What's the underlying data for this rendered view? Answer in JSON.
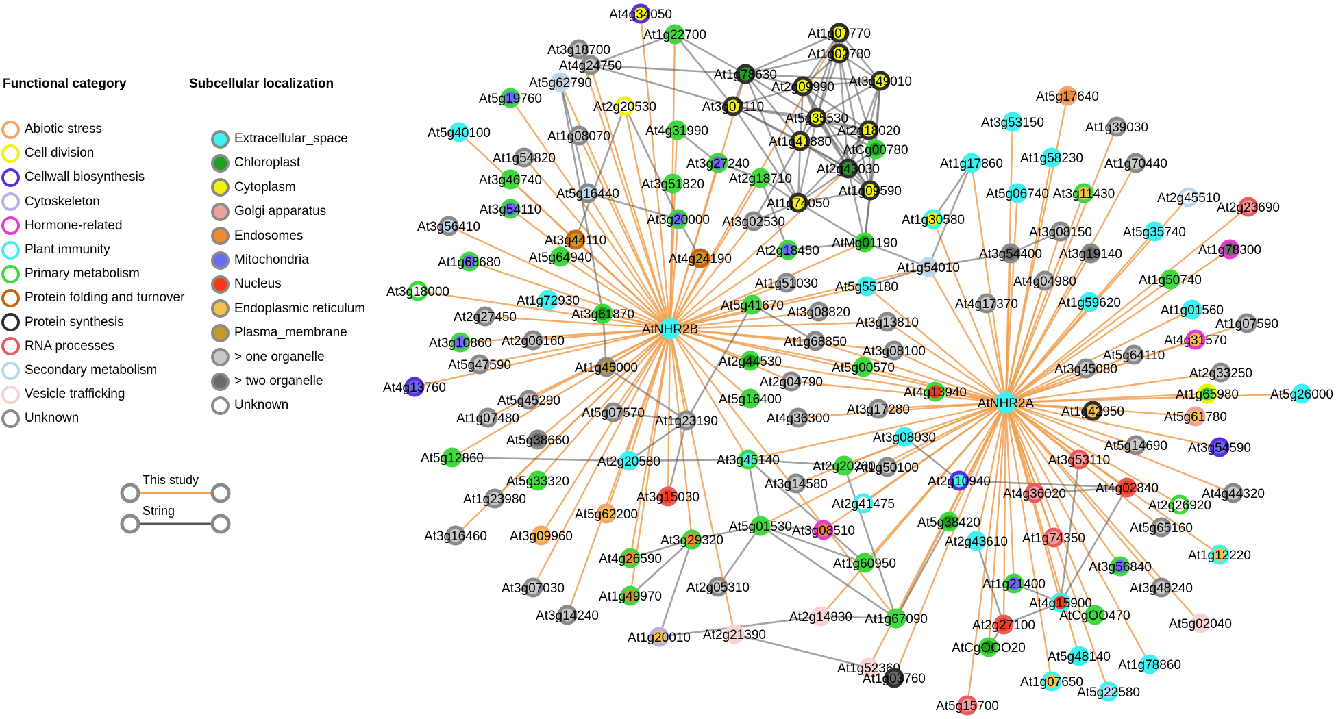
{
  "legend": {
    "functional_title": "Functional category",
    "localization_title": "Subcellular localization",
    "functional": [
      {
        "label": "Abiotic stress",
        "color": "#f4a66c"
      },
      {
        "label": "Cell division",
        "color": "#f2f20f"
      },
      {
        "label": "Cellwall biosynthesis",
        "color": "#5a2fe0"
      },
      {
        "label": "Cytoskeleton",
        "color": "#b3b3ea"
      },
      {
        "label": "Hormone-related",
        "color": "#e83ad4"
      },
      {
        "label": "Plant immunity",
        "color": "#3ff2f2"
      },
      {
        "label": "Primary metabolism",
        "color": "#3fd93f"
      },
      {
        "label": "Protein folding and turnover",
        "color": "#c8630f"
      },
      {
        "label": "Protein synthesis",
        "color": "#303030"
      },
      {
        "label": "RNA processes",
        "color": "#ef5a5a"
      },
      {
        "label": "Secondary metabolism",
        "color": "#b9d8f2"
      },
      {
        "label": "Vesicle trafficking",
        "color": "#f7d3d3"
      },
      {
        "label": "Unknown",
        "color": "#8a8a8a"
      }
    ],
    "localization": [
      {
        "label": "Extracellular_space",
        "color": "#3ff2f2"
      },
      {
        "label": "Chloroplast",
        "color": "#1f9f1f"
      },
      {
        "label": "Cytoplasm",
        "color": "#f2f20f"
      },
      {
        "label": "Golgi apparatus",
        "color": "#f0a0a0"
      },
      {
        "label": "Endosomes",
        "color": "#f08a30"
      },
      {
        "label": "Mitochondria",
        "color": "#6b6bef"
      },
      {
        "label": "Nucleus",
        "color": "#f03a1a"
      },
      {
        "label": "Endoplasmic reticulum",
        "color": "#f2c24a"
      },
      {
        "label": "Plasma_membrane",
        "color": "#c49a2a"
      },
      {
        "label": "> one organelle",
        "color": "#c8c8c8"
      },
      {
        "label": "> two organelle",
        "color": "#6a6a6a"
      },
      {
        "label": "Unknown",
        "color": "#ffffff"
      }
    ],
    "edges": [
      {
        "label": "This study",
        "color": "#f0a050"
      },
      {
        "label": "String",
        "color": "#555555"
      }
    ]
  },
  "network": {
    "hubs": [
      {
        "id": "AtNHR2B",
        "fill": "#3ff2f2",
        "ring": "#3ff2f2"
      },
      {
        "id": "AtNHR2A",
        "fill": "#3ff2f2",
        "ring": "#3ff2f2"
      }
    ],
    "nodes": [
      {
        "id": "At4g34050",
        "fill": "#f2f20f",
        "ring": "#5a2fe0"
      },
      {
        "id": "At1g22700",
        "fill": "#3fd93f",
        "ring": "#3fd93f"
      },
      {
        "id": "At1g07770",
        "fill": "#f2f20f",
        "ring": "#303030"
      },
      {
        "id": "At1g02780",
        "fill": "#f2f20f",
        "ring": "#303030"
      },
      {
        "id": "At3g18700",
        "fill": "#c8c8c8",
        "ring": "#8a8a8a"
      },
      {
        "id": "At4g24750",
        "fill": "#c8c8c8",
        "ring": "#8a8a8a"
      },
      {
        "id": "At1g78630",
        "fill": "#1f9f1f",
        "ring": "#303030"
      },
      {
        "id": "At2g09990",
        "fill": "#f2f20f",
        "ring": "#303030"
      },
      {
        "id": "At3g49010",
        "fill": "#f2f20f",
        "ring": "#303030"
      },
      {
        "id": "At5g62790",
        "fill": "#c8c8c8",
        "ring": "#b9d8f2"
      },
      {
        "id": "At5g19760",
        "fill": "#6b6bef",
        "ring": "#3fd93f"
      },
      {
        "id": "At2g20530",
        "fill": "#ffffff",
        "ring": "#f2f20f"
      },
      {
        "id": "At3g07110",
        "fill": "#f2f20f",
        "ring": "#303030"
      },
      {
        "id": "At5g17640",
        "fill": "#f08a30",
        "ring": "#f4a66c"
      },
      {
        "id": "At5g40100",
        "fill": "#3ff2f2",
        "ring": "#3ff2f2"
      },
      {
        "id": "At1g08070",
        "fill": "#c8c8c8",
        "ring": "#8a8a8a"
      },
      {
        "id": "At4g31990",
        "fill": "#3fd93f",
        "ring": "#3fd93f"
      },
      {
        "id": "At5g35530",
        "fill": "#f2f20f",
        "ring": "#303030"
      },
      {
        "id": "At2g18020",
        "fill": "#f2f20f",
        "ring": "#303030"
      },
      {
        "id": "At3g53150",
        "fill": "#3ff2f2",
        "ring": "#3ff2f2"
      },
      {
        "id": "At1g39030",
        "fill": "#c8c8c8",
        "ring": "#8a8a8a"
      },
      {
        "id": "At1g41880",
        "fill": "#f2f20f",
        "ring": "#303030"
      },
      {
        "id": "AtCg00780",
        "fill": "#1f9f1f",
        "ring": "#3fd93f"
      },
      {
        "id": "At1g54820",
        "fill": "#c8c8c8",
        "ring": "#8a8a8a"
      },
      {
        "id": "At3g27240",
        "fill": "#6b6bef",
        "ring": "#3fd93f"
      },
      {
        "id": "At1g17860",
        "fill": "#3ff2f2",
        "ring": "#3ff2f2"
      },
      {
        "id": "At1g58230",
        "fill": "#3ff2f2",
        "ring": "#3ff2f2"
      },
      {
        "id": "At1g70440",
        "fill": "#c8c8c8",
        "ring": "#8a8a8a"
      },
      {
        "id": "At3g46740",
        "fill": "#3fd93f",
        "ring": "#3fd93f"
      },
      {
        "id": "At2g18710",
        "fill": "#3fd93f",
        "ring": "#3fd93f"
      },
      {
        "id": "At2g43030",
        "fill": "#1f9f1f",
        "ring": "#303030"
      },
      {
        "id": "At5g16440",
        "fill": "#b9d8f2",
        "ring": "#8a8a8a"
      },
      {
        "id": "At3g51820",
        "fill": "#3fd93f",
        "ring": "#3fd93f"
      },
      {
        "id": "At1g09590",
        "fill": "#f2f20f",
        "ring": "#303030"
      },
      {
        "id": "At5g06740",
        "fill": "#3ff2f2",
        "ring": "#3ff2f2"
      },
      {
        "id": "At3g11430",
        "fill": "#f2c24a",
        "ring": "#3fd93f"
      },
      {
        "id": "At2g45510",
        "fill": "#ffffff",
        "ring": "#b9d8f2"
      },
      {
        "id": "At2g23690",
        "fill": "#f0a0a0",
        "ring": "#ef5a5a"
      },
      {
        "id": "At3g54110",
        "fill": "#6b6bef",
        "ring": "#3fd93f"
      },
      {
        "id": "At1g74050",
        "fill": "#f2f20f",
        "ring": "#303030"
      },
      {
        "id": "At3g20000",
        "fill": "#6b6bef",
        "ring": "#3fd93f"
      },
      {
        "id": "At3g02530",
        "fill": "#c8c8c8",
        "ring": "#8a8a8a"
      },
      {
        "id": "At1g30580",
        "fill": "#f2f20f",
        "ring": "#3ff2f2"
      },
      {
        "id": "At3g56410",
        "fill": "#b9d8f2",
        "ring": "#8a8a8a"
      },
      {
        "id": "At3g44110",
        "fill": "#c49a2a",
        "ring": "#c8630f"
      },
      {
        "id": "At3g08150",
        "fill": "#c8c8c8",
        "ring": "#8a8a8a"
      },
      {
        "id": "At5g35740",
        "fill": "#3ff2f2",
        "ring": "#3ff2f2"
      },
      {
        "id": "At4g24190",
        "fill": "#c49a2a",
        "ring": "#c8630f"
      },
      {
        "id": "At2g18450",
        "fill": "#6b6bef",
        "ring": "#3fd93f"
      },
      {
        "id": "AtMg01190",
        "fill": "#1f9f1f",
        "ring": "#3fd93f"
      },
      {
        "id": "At3g54400",
        "fill": "#6a6a6a",
        "ring": "#8a8a8a"
      },
      {
        "id": "At3g19140",
        "fill": "#6a6a6a",
        "ring": "#8a8a8a"
      },
      {
        "id": "At1g78300",
        "fill": "#6a6a6a",
        "ring": "#e83ad4"
      },
      {
        "id": "At5g64940",
        "fill": "#3fd93f",
        "ring": "#3fd93f"
      },
      {
        "id": "At1g68680",
        "fill": "#6b6bef",
        "ring": "#3fd93f"
      },
      {
        "id": "At1g54010",
        "fill": "#c8c8c8",
        "ring": "#b9d8f2"
      },
      {
        "id": "At4g04980",
        "fill": "#c8c8c8",
        "ring": "#8a8a8a"
      },
      {
        "id": "At1g51030",
        "fill": "#c8c8c8",
        "ring": "#8a8a8a"
      },
      {
        "id": "At5g55180",
        "fill": "#3ff2f2",
        "ring": "#3ff2f2"
      },
      {
        "id": "At1g50740",
        "fill": "#3fd93f",
        "ring": "#3fd93f"
      },
      {
        "id": "At3g18000",
        "fill": "#ffffff",
        "ring": "#3fd93f"
      },
      {
        "id": "At1g72930",
        "fill": "#3ff2f2",
        "ring": "#3ff2f2"
      },
      {
        "id": "At4g17370",
        "fill": "#c8c8c8",
        "ring": "#8a8a8a"
      },
      {
        "id": "At1g59620",
        "fill": "#3ff2f2",
        "ring": "#3ff2f2"
      },
      {
        "id": "At1g01560",
        "fill": "#3ff2f2",
        "ring": "#3ff2f2"
      },
      {
        "id": "At2g27450",
        "fill": "#c8c8c8",
        "ring": "#8a8a8a"
      },
      {
        "id": "At3g61870",
        "fill": "#1f9f1f",
        "ring": "#3fd93f"
      },
      {
        "id": "At5g41670",
        "fill": "#3fd93f",
        "ring": "#3fd93f"
      },
      {
        "id": "At3g08820",
        "fill": "#c8c8c8",
        "ring": "#8a8a8a"
      },
      {
        "id": "At1g07590",
        "fill": "#c8c8c8",
        "ring": "#8a8a8a"
      },
      {
        "id": "At3g13810",
        "fill": "#c8c8c8",
        "ring": "#8a8a8a"
      },
      {
        "id": "At4g31570",
        "fill": "#f2c24a",
        "ring": "#e83ad4"
      },
      {
        "id": "At3g10860",
        "fill": "#6b6bef",
        "ring": "#3fd93f"
      },
      {
        "id": "At2g06160",
        "fill": "#c8c8c8",
        "ring": "#8a8a8a"
      },
      {
        "id": "At1g68850",
        "fill": "#c8c8c8",
        "ring": "#8a8a8a"
      },
      {
        "id": "At3g08100",
        "fill": "#c8c8c8",
        "ring": "#8a8a8a"
      },
      {
        "id": "At5g64110",
        "fill": "#c8c8c8",
        "ring": "#8a8a8a"
      },
      {
        "id": "At5g47590",
        "fill": "#c8c8c8",
        "ring": "#8a8a8a"
      },
      {
        "id": "At2g44530",
        "fill": "#1f9f1f",
        "ring": "#3fd93f"
      },
      {
        "id": "At1g45000",
        "fill": "#c49a2a",
        "ring": "#8a8a8a"
      },
      {
        "id": "At5g00570",
        "fill": "#3fd93f",
        "ring": "#3fd93f"
      },
      {
        "id": "At3g45080",
        "fill": "#c8c8c8",
        "ring": "#8a8a8a"
      },
      {
        "id": "At2g33250",
        "fill": "#c8c8c8",
        "ring": "#8a8a8a"
      },
      {
        "id": "At4g13760",
        "fill": "#6b6bef",
        "ring": "#5a2fe0"
      },
      {
        "id": "At2g04790",
        "fill": "#c8c8c8",
        "ring": "#8a8a8a"
      },
      {
        "id": "At4g13940",
        "fill": "#f03a1a",
        "ring": "#3fd93f"
      },
      {
        "id": "At1g65980",
        "fill": "#3fd93f",
        "ring": "#f2f20f"
      },
      {
        "id": "At5g26000",
        "fill": "#3ff2f2",
        "ring": "#3ff2f2"
      },
      {
        "id": "At5g45290",
        "fill": "#c8c8c8",
        "ring": "#8a8a8a"
      },
      {
        "id": "At5g16400",
        "fill": "#3fd93f",
        "ring": "#3fd93f"
      },
      {
        "id": "At4g36300",
        "fill": "#c8c8c8",
        "ring": "#8a8a8a"
      },
      {
        "id": "At3g17280",
        "fill": "#c8c8c8",
        "ring": "#8a8a8a"
      },
      {
        "id": "At1g42950",
        "fill": "#f2c24a",
        "ring": "#303030"
      },
      {
        "id": "At5g61780",
        "fill": "#f2c24a",
        "ring": "#f0a0a0"
      },
      {
        "id": "At1g07480",
        "fill": "#c8c8c8",
        "ring": "#8a8a8a"
      },
      {
        "id": "At5g07570",
        "fill": "#c8c8c8",
        "ring": "#8a8a8a"
      },
      {
        "id": "At1g23190",
        "fill": "#c8c8c8",
        "ring": "#8a8a8a"
      },
      {
        "id": "At5g38660",
        "fill": "#6a6a6a",
        "ring": "#8a8a8a"
      },
      {
        "id": "At3g08030",
        "fill": "#3ff2f2",
        "ring": "#3ff2f2"
      },
      {
        "id": "At5g14690",
        "fill": "#c8c8c8",
        "ring": "#8a8a8a"
      },
      {
        "id": "At3g54590",
        "fill": "#6b6bef",
        "ring": "#5a2fe0"
      },
      {
        "id": "At5g12860",
        "fill": "#3fd93f",
        "ring": "#3fd93f"
      },
      {
        "id": "At2g20580",
        "fill": "#3ff2f2",
        "ring": "#3ff2f2"
      },
      {
        "id": "At3g45140",
        "fill": "#3ff2f2",
        "ring": "#3fd93f"
      },
      {
        "id": "At2g20260",
        "fill": "#3fd93f",
        "ring": "#3fd93f"
      },
      {
        "id": "At3g53110",
        "fill": "#f0a0a0",
        "ring": "#ef5a5a"
      },
      {
        "id": "At1g50100",
        "fill": "#c8c8c8",
        "ring": "#8a8a8a"
      },
      {
        "id": "At5g33320",
        "fill": "#3fd93f",
        "ring": "#3fd93f"
      },
      {
        "id": "At3g14580",
        "fill": "#c8c8c8",
        "ring": "#8a8a8a"
      },
      {
        "id": "At2g10940",
        "fill": "#3ff2f2",
        "ring": "#5a2fe0"
      },
      {
        "id": "At4g02840",
        "fill": "#f03a1a",
        "ring": "#ef5a5a"
      },
      {
        "id": "At4g36020",
        "fill": "#f0a0a0",
        "ring": "#ef5a5a"
      },
      {
        "id": "At4g44320",
        "fill": "#c8c8c8",
        "ring": "#8a8a8a"
      },
      {
        "id": "At1g23980",
        "fill": "#c8c8c8",
        "ring": "#8a8a8a"
      },
      {
        "id": "At3g15030",
        "fill": "#f03a1a",
        "ring": "#ef5a5a"
      },
      {
        "id": "At2g41475",
        "fill": "#ffffff",
        "ring": "#3ff2f2"
      },
      {
        "id": "At2g26920",
        "fill": "#ffffff",
        "ring": "#3fd93f"
      },
      {
        "id": "At5g62200",
        "fill": "#f2c24a",
        "ring": "#f4a66c"
      },
      {
        "id": "At5g38420",
        "fill": "#1f9f1f",
        "ring": "#3fd93f"
      },
      {
        "id": "At5g65160",
        "fill": "#c8c8c8",
        "ring": "#8a8a8a"
      },
      {
        "id": "At3g16460",
        "fill": "#c8c8c8",
        "ring": "#8a8a8a"
      },
      {
        "id": "At3g09960",
        "fill": "#f2c24a",
        "ring": "#f4a66c"
      },
      {
        "id": "At5g01530",
        "fill": "#3fd93f",
        "ring": "#3fd93f"
      },
      {
        "id": "At3g08510",
        "fill": "#f08a30",
        "ring": "#e83ad4"
      },
      {
        "id": "At2g43610",
        "fill": "#3ff2f2",
        "ring": "#3ff2f2"
      },
      {
        "id": "At1g74350",
        "fill": "#f0a0a0",
        "ring": "#ef5a5a"
      },
      {
        "id": "At1g12220",
        "fill": "#f2c24a",
        "ring": "#3ff2f2"
      },
      {
        "id": "At3g29320",
        "fill": "#f08a30",
        "ring": "#3fd93f"
      },
      {
        "id": "At4g26590",
        "fill": "#f08a30",
        "ring": "#3fd93f"
      },
      {
        "id": "At1g60950",
        "fill": "#3fd93f",
        "ring": "#3fd93f"
      },
      {
        "id": "At3g56840",
        "fill": "#6b6bef",
        "ring": "#3fd93f"
      },
      {
        "id": "At3g07030",
        "fill": "#c8c8c8",
        "ring": "#8a8a8a"
      },
      {
        "id": "At1g21400",
        "fill": "#6b6bef",
        "ring": "#3fd93f"
      },
      {
        "id": "At3g48240",
        "fill": "#c8c8c8",
        "ring": "#8a8a8a"
      },
      {
        "id": "At1g49970",
        "fill": "#c49a2a",
        "ring": "#3fd93f"
      },
      {
        "id": "At2g05310",
        "fill": "#c8c8c8",
        "ring": "#8a8a8a"
      },
      {
        "id": "At4g15900",
        "fill": "#f03a1a",
        "ring": "#3ff2f2"
      },
      {
        "id": "AtCgOO470",
        "fill": "#3fd93f",
        "ring": "#3fd93f"
      },
      {
        "id": "At3g14240",
        "fill": "#c8c8c8",
        "ring": "#8a8a8a"
      },
      {
        "id": "At2g14830",
        "fill": "#f7d3d3",
        "ring": "#f7d3d3"
      },
      {
        "id": "At1g67090",
        "fill": "#3fd93f",
        "ring": "#3fd93f"
      },
      {
        "id": "At2g27100",
        "fill": "#f03a1a",
        "ring": "#ef5a5a"
      },
      {
        "id": "At5g02040",
        "fill": "#f7d3d3",
        "ring": "#f7d3d3"
      },
      {
        "id": "At1g20010",
        "fill": "#f2c24a",
        "ring": "#b3b3ea"
      },
      {
        "id": "At2g21390",
        "fill": "#f7d3d3",
        "ring": "#f7d3d3"
      },
      {
        "id": "AtCgOOO20",
        "fill": "#1f9f1f",
        "ring": "#3fd93f"
      },
      {
        "id": "At5g48140",
        "fill": "#3ff2f2",
        "ring": "#3ff2f2"
      },
      {
        "id": "At1g78860",
        "fill": "#3ff2f2",
        "ring": "#3ff2f2"
      },
      {
        "id": "At1g52360",
        "fill": "#f7d3d3",
        "ring": "#f7d3d3"
      },
      {
        "id": "At1g03760",
        "fill": "#6a6a6a",
        "ring": "#303030"
      },
      {
        "id": "At1g07650",
        "fill": "#f2c24a",
        "ring": "#3ff2f2"
      },
      {
        "id": "At5g22580",
        "fill": "#b9d8f2",
        "ring": "#3ff2f2"
      },
      {
        "id": "At5g15700",
        "fill": "#f0a0a0",
        "ring": "#ef5a5a"
      }
    ]
  }
}
